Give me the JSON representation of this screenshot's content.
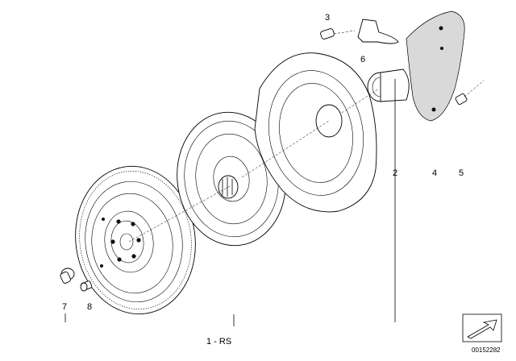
{
  "diagram": {
    "callouts": {
      "p1": "1 - RS",
      "p2": "2",
      "p3": "3",
      "p4": "4",
      "p5": "5",
      "p6": "6",
      "p7": "7",
      "p8": "8"
    },
    "image_code": "00152282"
  }
}
